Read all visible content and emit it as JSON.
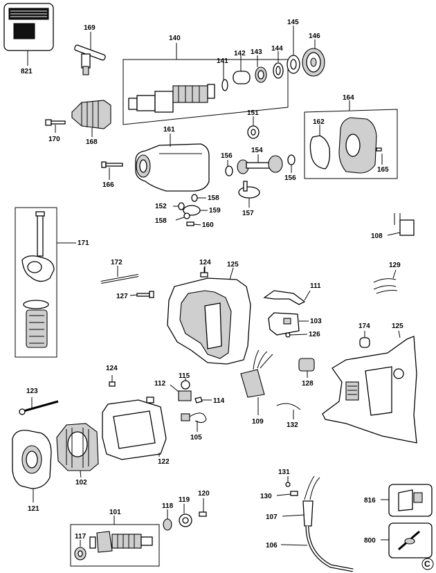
{
  "labels": {
    "p821": "821",
    "p169": "169",
    "p140": "140",
    "p145": "145",
    "p146": "146",
    "p141": "141",
    "p142": "142",
    "p143": "143",
    "p144": "144",
    "p164": "164",
    "p151": "151",
    "p162": "162",
    "p170": "170",
    "p168": "168",
    "p161": "161",
    "p156a": "156",
    "p154": "154",
    "p156b": "156",
    "p165": "165",
    "p166": "166",
    "p158a": "158",
    "p152": "152",
    "p159": "159",
    "p158b": "158",
    "p157": "157",
    "p160": "160",
    "p108": "108",
    "p171": "171",
    "p172": "172",
    "p124a": "124",
    "p125a": "125",
    "p129": "129",
    "p127": "127",
    "p111": "111",
    "p103": "103",
    "p126": "126",
    "p174": "174",
    "p125b": "125",
    "p128": "128",
    "p124b": "124",
    "p115": "115",
    "p112": "112",
    "p114": "114",
    "p123": "123",
    "p109": "109",
    "p132": "132",
    "p105": "105",
    "p122": "122",
    "p102": "102",
    "p121": "121",
    "p131": "131",
    "p130": "130",
    "p816": "816",
    "p101": "101",
    "p118": "118",
    "p119": "119",
    "p120": "120",
    "p107": "107",
    "p117": "117",
    "p800": "800",
    "p106": "106"
  },
  "copyright": "C"
}
